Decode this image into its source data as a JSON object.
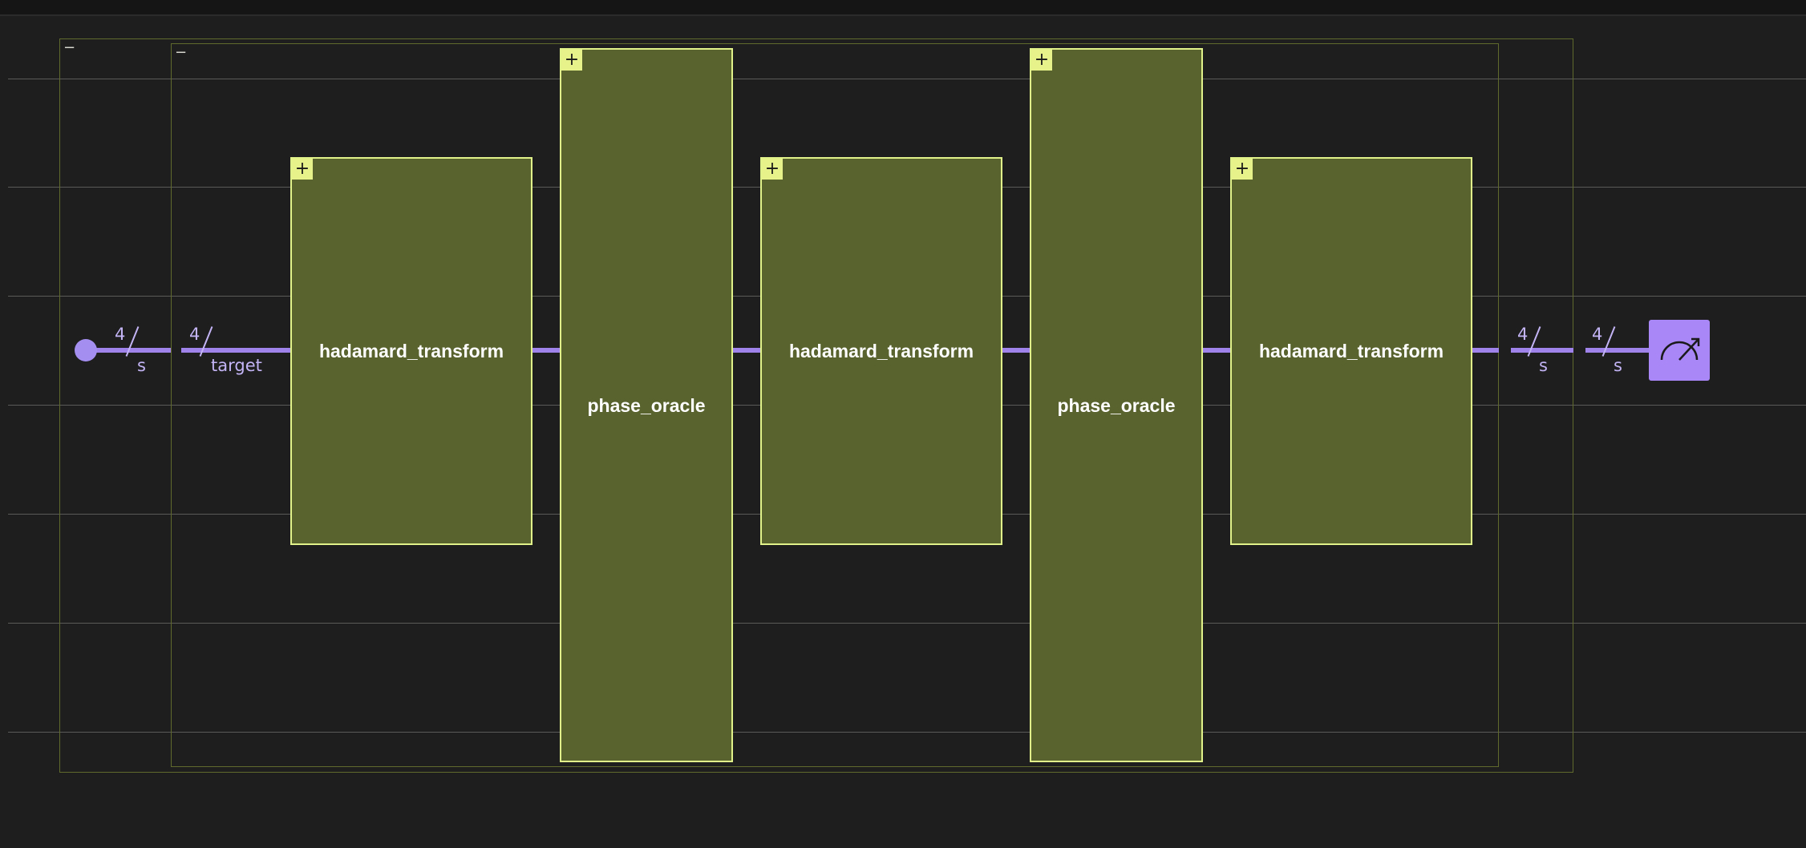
{
  "circuit": {
    "colors": {
      "background": "#1e1e1e",
      "wire": "#9f83ea",
      "gate_fill": "#59632e",
      "gate_border": "#e2f28a",
      "frame_border": "#5f6a2c",
      "measure_fill": "#a987f6",
      "bus_label": "#c3b4f5"
    },
    "outer_frame": {
      "toggle_icon": "minus-icon",
      "toggle_symbol": "−"
    },
    "inner_frame": {
      "toggle_icon": "minus-icon",
      "toggle_symbol": "−"
    },
    "gates": [
      {
        "label": "hadamard_transform",
        "expand_symbol": "+"
      },
      {
        "label": "phase_oracle",
        "expand_symbol": "+"
      },
      {
        "label": "hadamard_transform",
        "expand_symbol": "+"
      },
      {
        "label": "phase_oracle",
        "expand_symbol": "+"
      },
      {
        "label": "hadamard_transform",
        "expand_symbol": "+"
      }
    ],
    "buses": [
      {
        "width": "4",
        "name": "s"
      },
      {
        "width": "4",
        "name": "target"
      },
      {
        "width": "4",
        "name": "s"
      },
      {
        "width": "4",
        "name": "s"
      }
    ],
    "measurement": {
      "icon": "measure-meter-icon"
    }
  }
}
